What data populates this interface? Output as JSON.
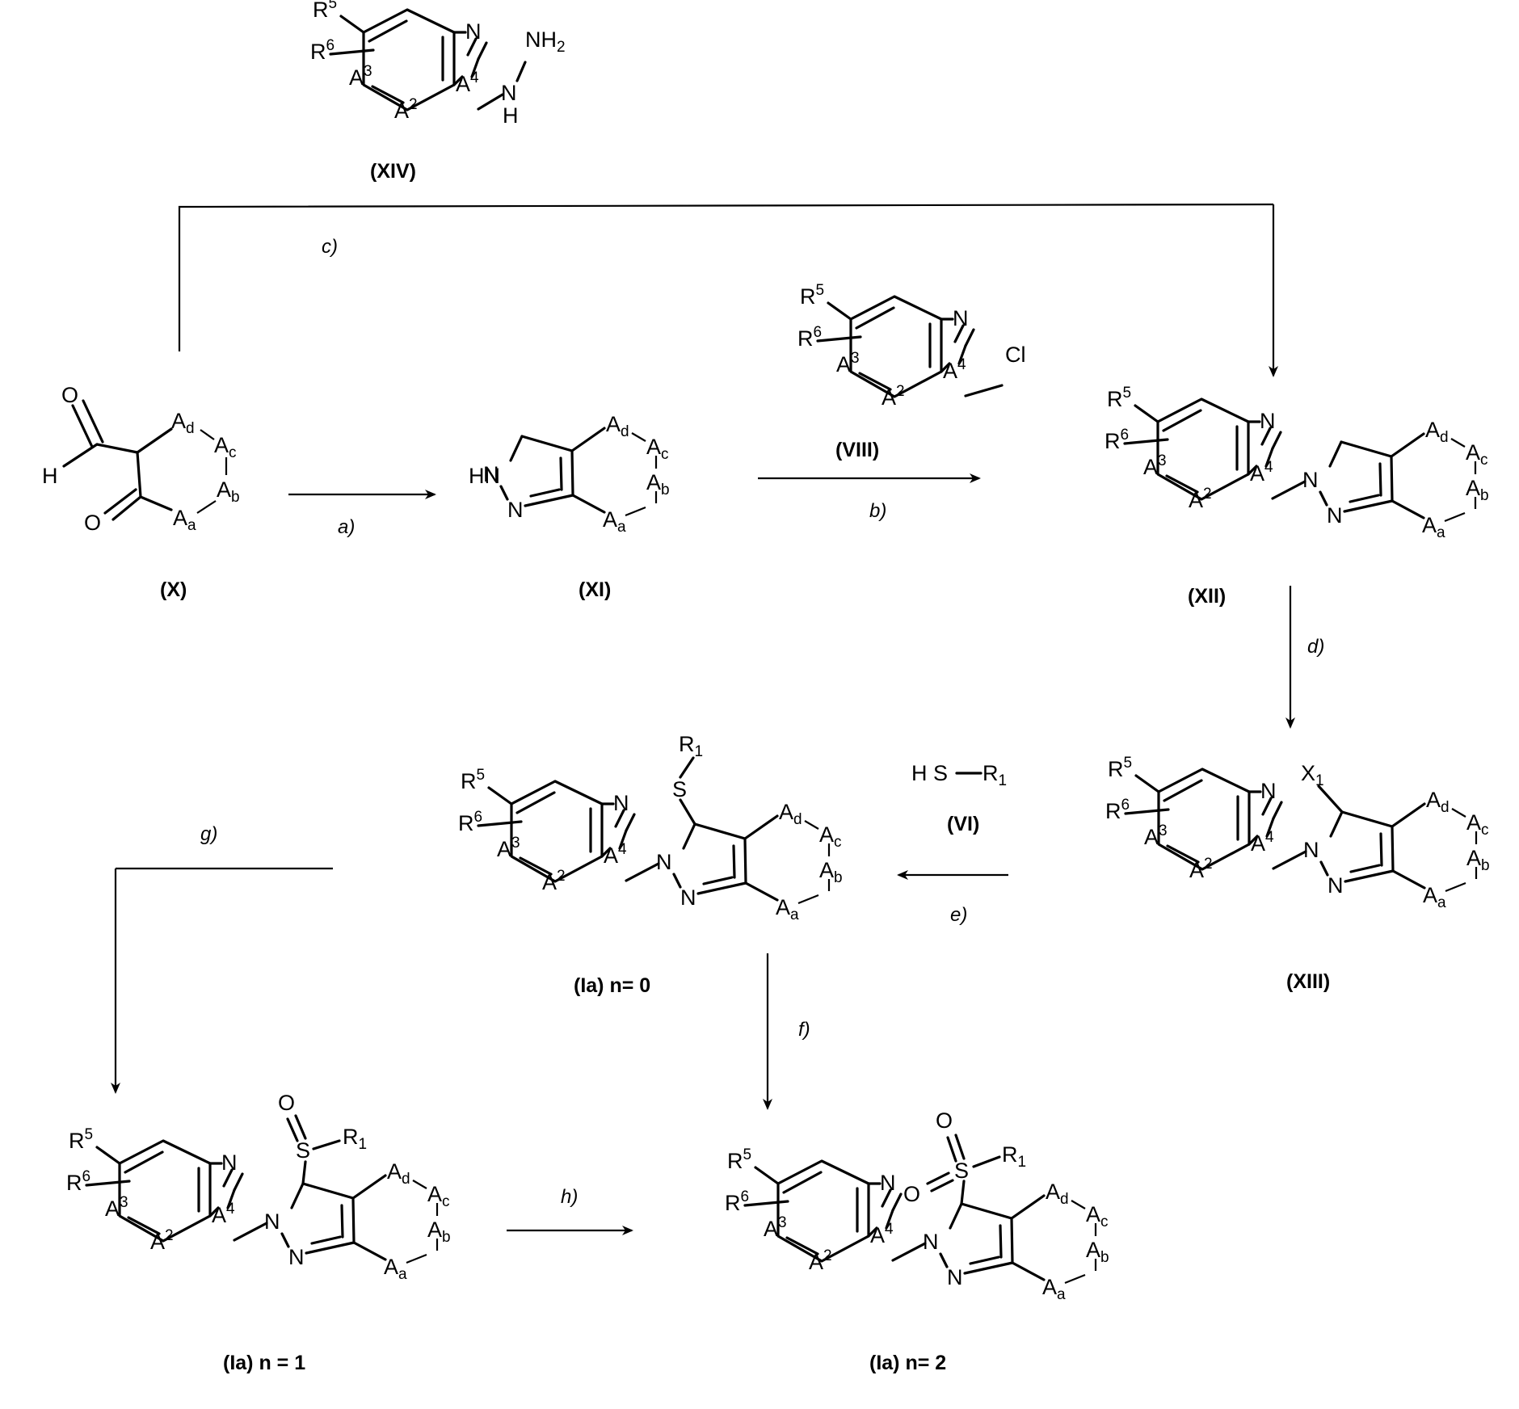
{
  "compounds": {
    "XIV": {
      "label": "(XIV)"
    },
    "X": {
      "label": "(X)"
    },
    "XI": {
      "label": "(XI)"
    },
    "VIII": {
      "label": "(VIII)"
    },
    "XII": {
      "label": "(XII)"
    },
    "XIII": {
      "label": "(XIII)"
    },
    "VI": {
      "label": "(VI)"
    },
    "Ia0": {
      "label": "(Ia) n= 0"
    },
    "Ia1": {
      "label": "(Ia) n = 1"
    },
    "Ia2": {
      "label": "(Ia) n= 2"
    }
  },
  "steps": {
    "a": "a)",
    "b": "b)",
    "c": "c)",
    "d": "d)",
    "e": "e)",
    "f": "f)",
    "g": "g)",
    "h": "h)"
  },
  "atoms": {
    "N": "N",
    "H": "H",
    "O": "O",
    "S": "S",
    "Cl": "Cl",
    "X": "X",
    "A": "A",
    "R": "R",
    "NH": "NH",
    "HN": "HN",
    "HS": "H S",
    "n1": "1",
    "n2": "2",
    "n3": "3",
    "n4": "4",
    "n5": "5",
    "n6": "6",
    "sa": "a",
    "sb": "b",
    "sc": "c",
    "sd": "d"
  }
}
